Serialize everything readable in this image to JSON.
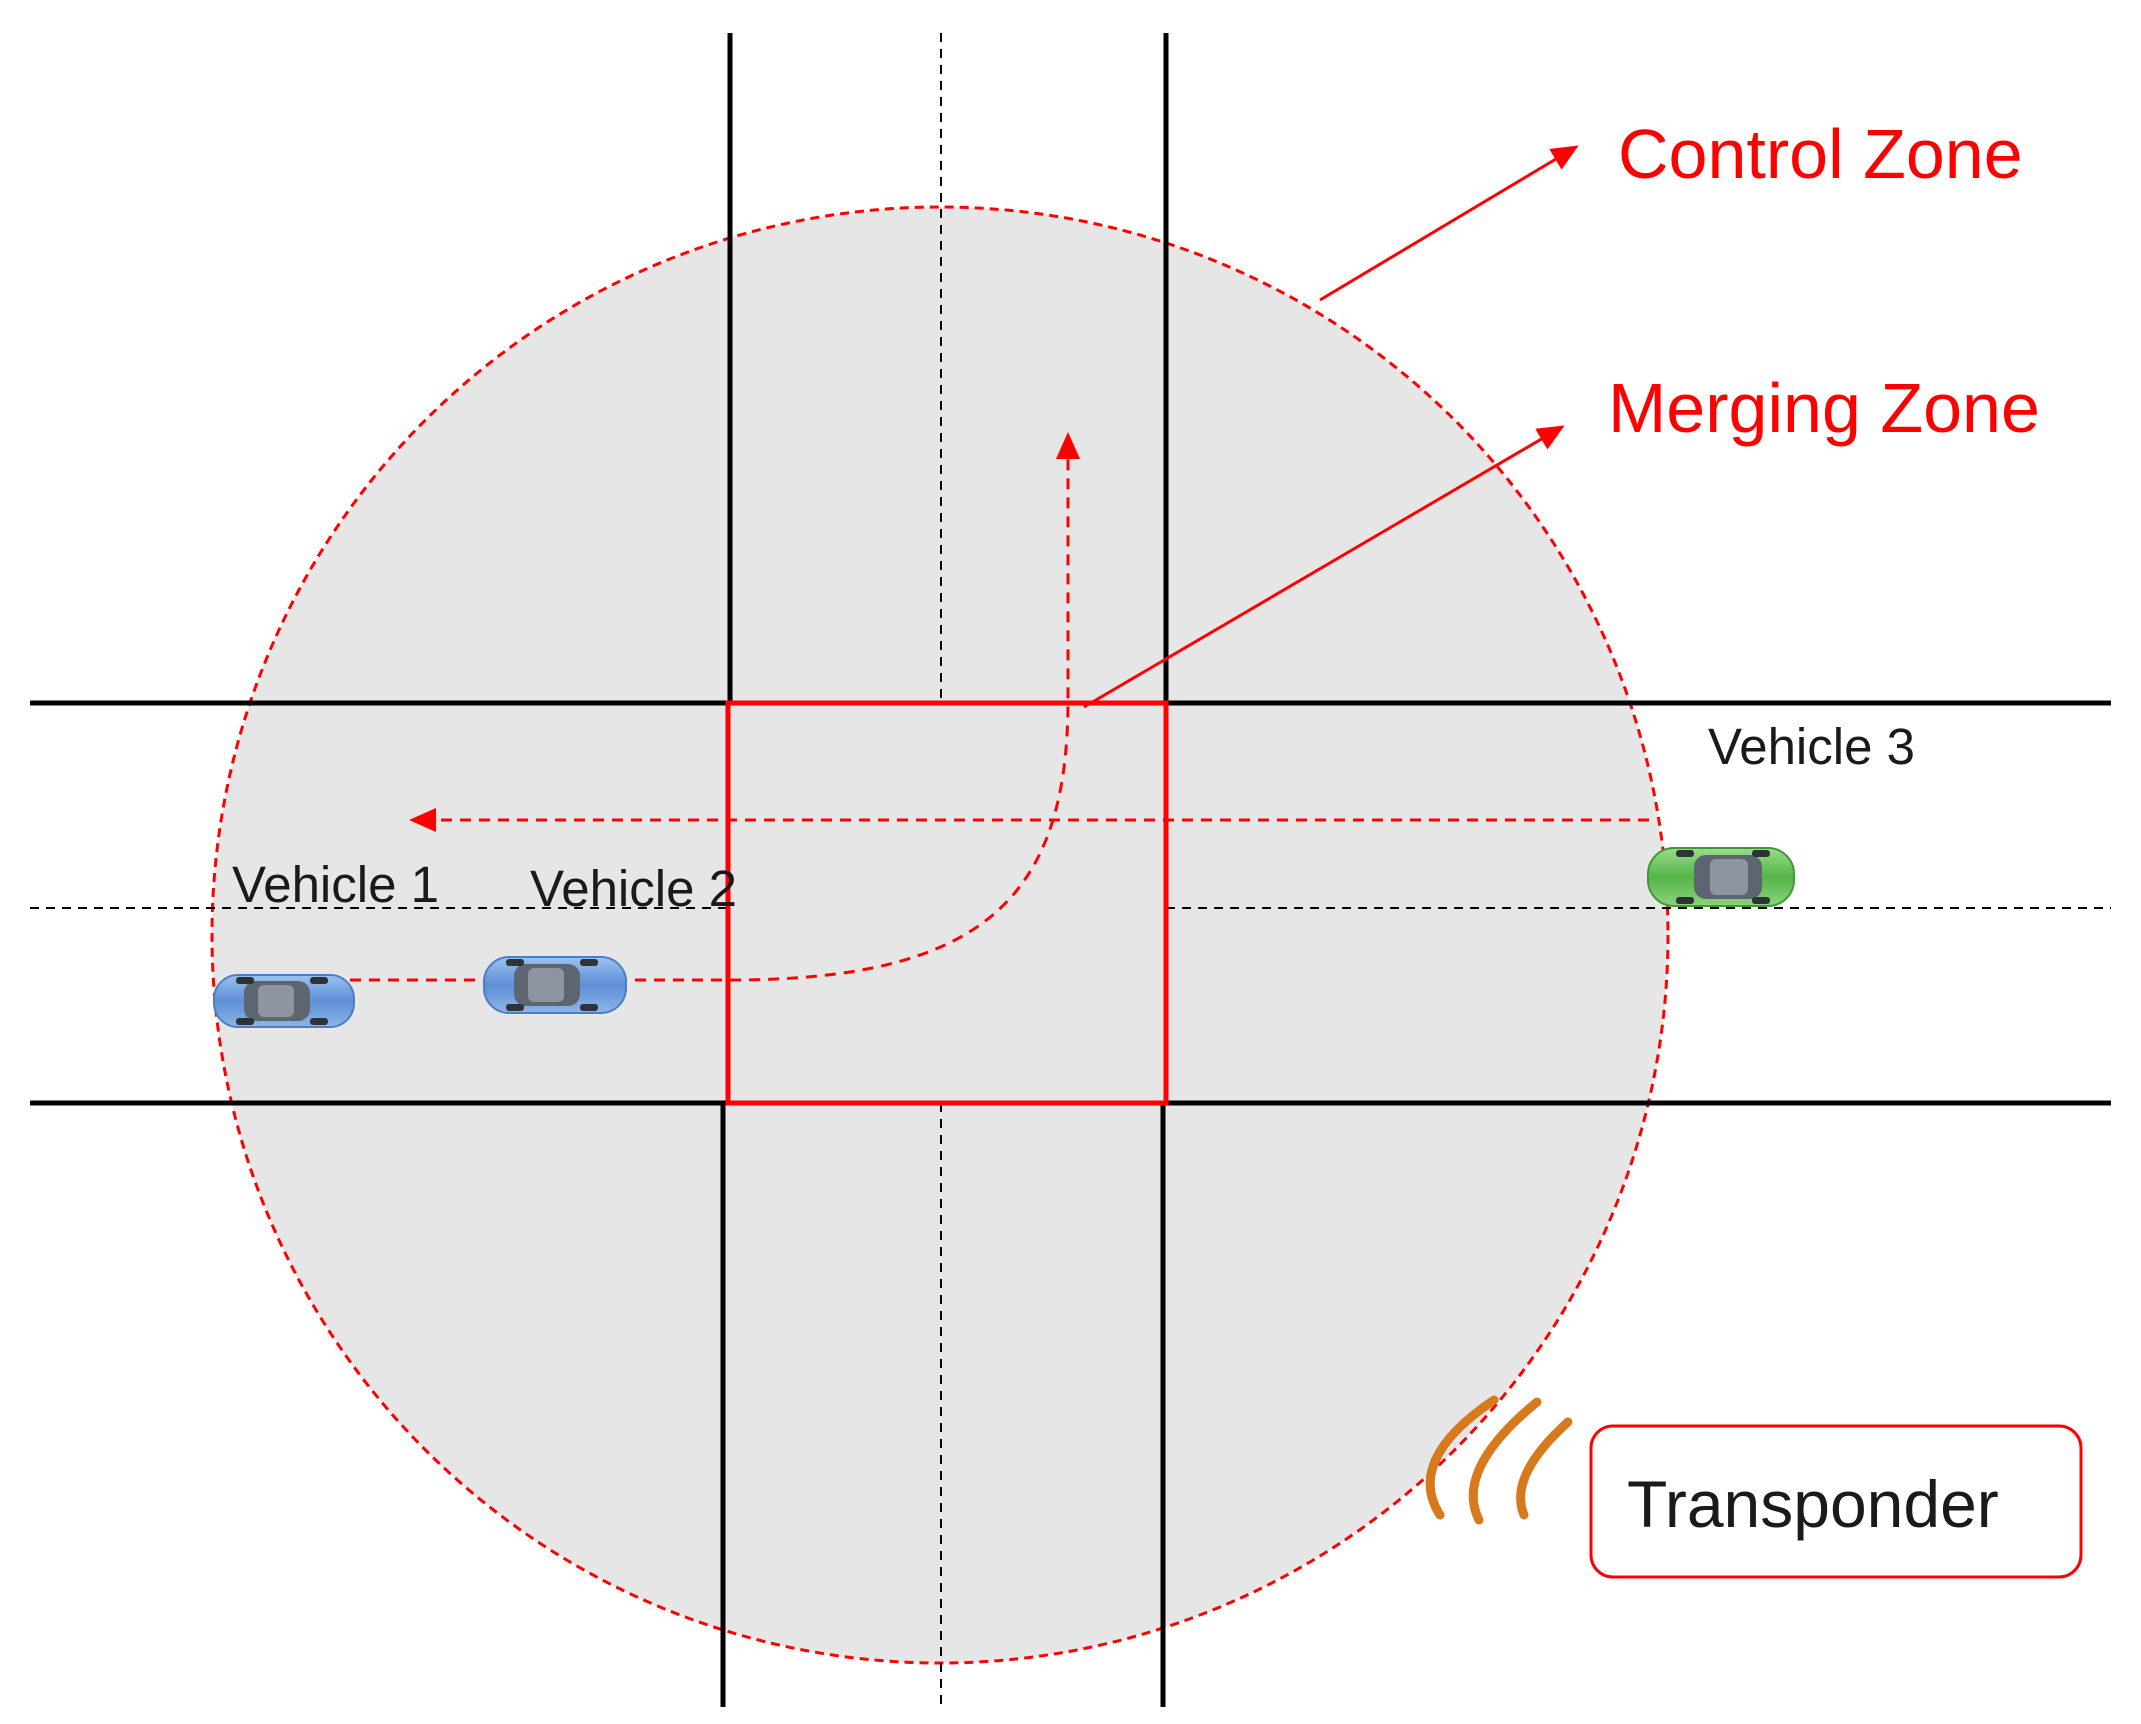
{
  "labels": {
    "control_zone": "Control Zone",
    "merging_zone": "Merging Zone",
    "vehicle_1": "Vehicle 1",
    "vehicle_2": "Vehicle 2",
    "vehicle_3": "Vehicle 3",
    "transponder": "Transponder"
  },
  "colors": {
    "zone_line": "#ff0000",
    "zone_fill": "#e6e6e6",
    "road_line": "#000000",
    "vehicle_blue": "#6a9bd8",
    "vehicle_green": "#6cc25a",
    "transponder_waves": "#d77a1e"
  },
  "icons": {
    "vehicle_1": "car-icon",
    "vehicle_2": "car-icon",
    "vehicle_3": "car-icon",
    "transponder": "signal-waves-icon"
  }
}
